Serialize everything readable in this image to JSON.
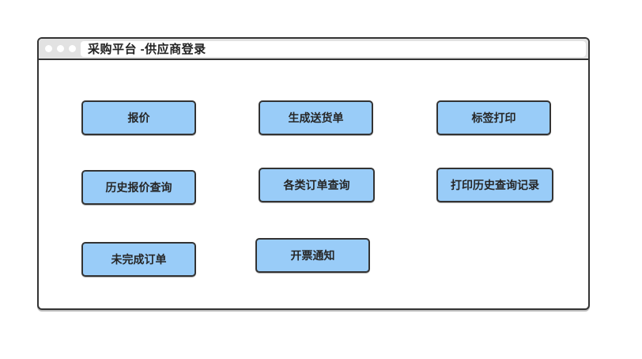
{
  "window": {
    "title": "采购平台 -供应商登录"
  },
  "titlebar_icons": [
    "circle",
    "circle",
    "circle"
  ],
  "buttons": [
    {
      "id": "quote",
      "label": "报价"
    },
    {
      "id": "generate-delivery-note",
      "label": "生成送货单"
    },
    {
      "id": "label-print",
      "label": "标签打印"
    },
    {
      "id": "history-quote-query",
      "label": "历史报价查询"
    },
    {
      "id": "order-query",
      "label": "各类订单查询"
    },
    {
      "id": "print-history-query-records",
      "label": "打印历史查询记录"
    },
    {
      "id": "unfinished-orders",
      "label": "未完成订单"
    },
    {
      "id": "invoice-notice",
      "label": "开票通知"
    }
  ],
  "colors": {
    "button_fill": "#99ccf8",
    "button_border": "#333333",
    "titlebar_bg": "#e2e2e2",
    "window_border": "#333333",
    "text": "#222222",
    "page_bg": "#ffffff"
  }
}
